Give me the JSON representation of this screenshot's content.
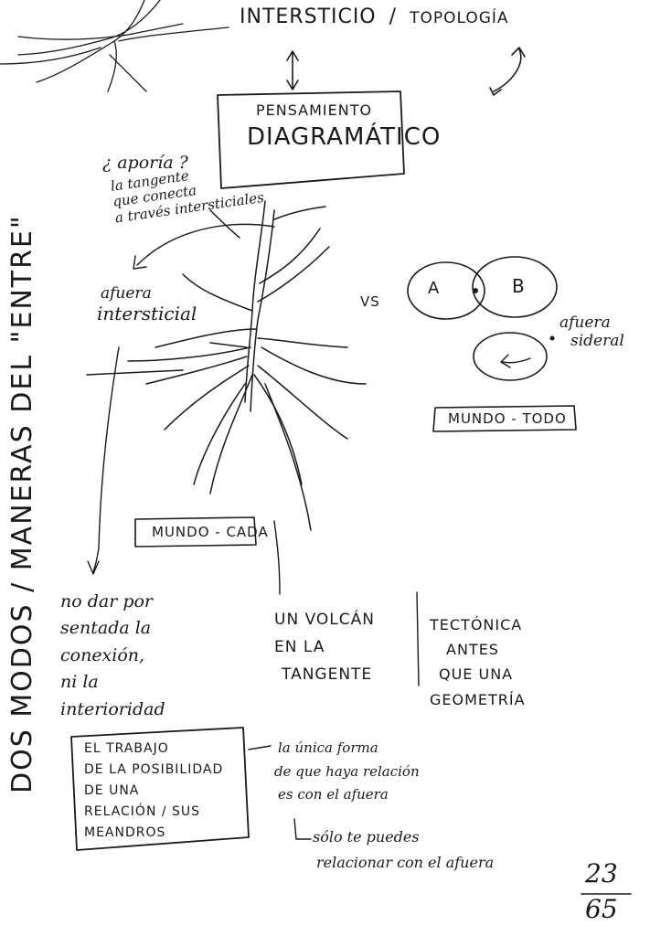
{
  "header": {
    "title_left": "INTERSTICIO",
    "title_sep": "/",
    "title_right": "TOPOLOGÍA"
  },
  "central_box": {
    "line1": "PENSAMIENTO",
    "line2": "DIAGRAMÁTICO"
  },
  "vertical_title": "DOS MODOS / MANERAS DEL \"ENTRE\"",
  "left_notes": {
    "question": "¿ aporía ?",
    "tangent": [
      "la tangente",
      "que conecta",
      "a través intersticiales"
    ],
    "afuera": [
      "afuera",
      "intersticial"
    ]
  },
  "vs_label": "VS",
  "venn": {
    "label_a": "A",
    "label_b": "B",
    "afuera_sideral": [
      "afuera",
      "sideral"
    ],
    "mundo_todo": "MUNDO - TODO"
  },
  "mundo_cada": "MUNDO - CADA",
  "bottom_left_notes": [
    "no dar por",
    "sentada la",
    "conexión,",
    "ni la",
    "interioridad"
  ],
  "volcano_notes": [
    "UN VOLCÁN",
    "EN LA",
    "TANGENTE"
  ],
  "tectonic_notes": [
    "TECTÓNICA",
    "ANTES",
    "QUE UNA",
    "GEOMETRÍA"
  ],
  "bottom_box": [
    "EL TRABAJO",
    "DE LA POSIBILIDAD",
    "DE UNA",
    "RELACIÓN / SUS",
    "MEANDROS"
  ],
  "bottom_right_notes": [
    "la única forma",
    "de que haya relación",
    "es con el afuera"
  ],
  "sub_note": [
    "sólo te puedes",
    "relacionar con el afuera"
  ],
  "page_numbers": [
    "23",
    "65"
  ]
}
